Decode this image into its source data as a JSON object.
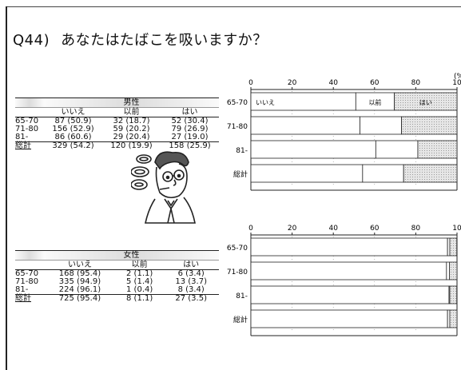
{
  "question": {
    "number": "Q44)",
    "text": "あなたはたばこを吸いますか？"
  },
  "axis_unit": "(%",
  "answer_labels": [
    "いいえ",
    "以前",
    "はい"
  ],
  "male_table": {
    "group": "男性",
    "columns": [
      "いいえ",
      "以前",
      "はい"
    ],
    "rows": [
      {
        "label": "65-70",
        "cells": [
          "87 (50.9)",
          "32 (18.7)",
          "52 (30.4)"
        ]
      },
      {
        "label": "71-80",
        "cells": [
          "156 (52.9)",
          "59 (20.2)",
          "79 (26.9)"
        ]
      },
      {
        "label": "81-",
        "cells": [
          "86 (60.6)",
          "29 (20.4)",
          "27 (19.0)"
        ]
      },
      {
        "label": "総計",
        "cells": [
          "329 (54.2)",
          "120 (19.9)",
          "158 (25.9)"
        ]
      }
    ]
  },
  "female_table": {
    "group": "女性",
    "columns": [
      "いいえ",
      "以前",
      "はい"
    ],
    "rows": [
      {
        "label": "65-70",
        "cells": [
          "168 (95.4)",
          "2 (1.1)",
          "6 (3.4)"
        ]
      },
      {
        "label": "71-80",
        "cells": [
          "335 (94.9)",
          "5 (1.4)",
          "13 (3.7)"
        ]
      },
      {
        "label": "81-",
        "cells": [
          "224 (96.1)",
          "1 (0.4)",
          "8 (3.4)"
        ]
      },
      {
        "label": "総計",
        "cells": [
          "725 (95.4)",
          "8 (1.1)",
          "27 (3.5)"
        ]
      }
    ]
  },
  "chart_data": [
    {
      "type": "bar",
      "stacked": true,
      "orientation": "horizontal",
      "categories": [
        "65-70",
        "71-80",
        "81-",
        "総計"
      ],
      "series": [
        {
          "name": "いいえ",
          "values": [
            50.9,
            52.9,
            60.6,
            54.2
          ]
        },
        {
          "name": "以前",
          "values": [
            18.7,
            20.2,
            20.4,
            19.9
          ]
        },
        {
          "name": "はい",
          "values": [
            30.4,
            26.9,
            19.0,
            25.9
          ]
        }
      ],
      "xlim": [
        0,
        100
      ],
      "xticks": [
        "0",
        "20",
        "40",
        "60",
        "80",
        "10"
      ],
      "unit": "(%",
      "colors": {
        "いいえ": "#ffffff",
        "以前": "#ffffff",
        "はい": "#d8d8d8"
      }
    },
    {
      "type": "bar",
      "stacked": true,
      "orientation": "horizontal",
      "categories": [
        "65-70",
        "71-80",
        "81-",
        "総計"
      ],
      "series": [
        {
          "name": "いいえ",
          "values": [
            95.4,
            94.9,
            96.1,
            95.4
          ]
        },
        {
          "name": "以前",
          "values": [
            1.1,
            1.4,
            0.4,
            1.1
          ]
        },
        {
          "name": "はい",
          "values": [
            3.4,
            3.7,
            3.4,
            3.5
          ]
        }
      ],
      "xlim": [
        0,
        100
      ],
      "xticks": [
        "0",
        "20",
        "40",
        "60",
        "80",
        "10"
      ],
      "colors": {
        "いいえ": "#ffffff",
        "以前": "#ffffff",
        "はい": "#d8d8d8"
      }
    }
  ]
}
